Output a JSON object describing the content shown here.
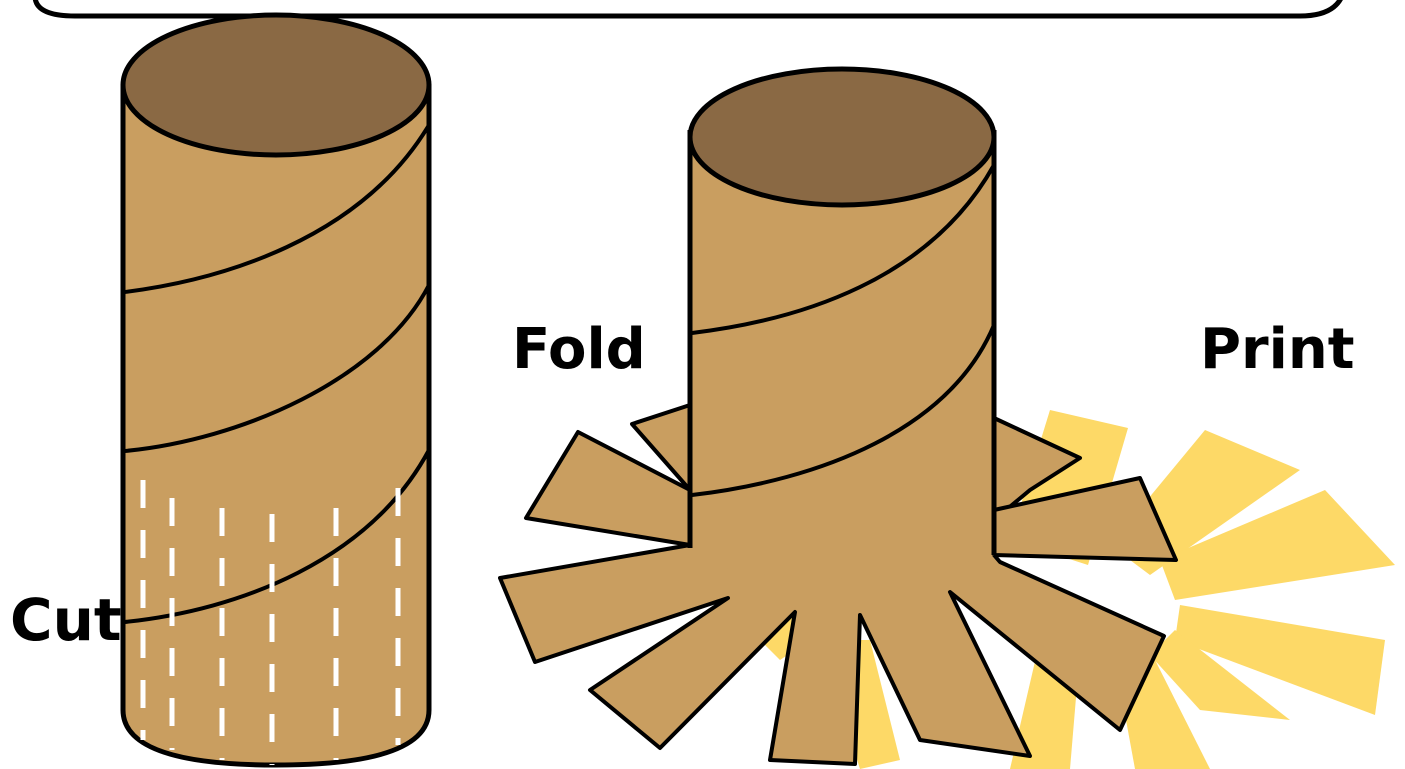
{
  "labels": {
    "cut": "Cut",
    "fold": "Fold",
    "print": "Print"
  },
  "colors": {
    "cardboard": "#c99e60",
    "cardboard_top": "#8a6944",
    "outline": "#000000",
    "cut_marks": "#ffffff",
    "paint_splash": "#fdd967",
    "background": "#ffffff"
  }
}
